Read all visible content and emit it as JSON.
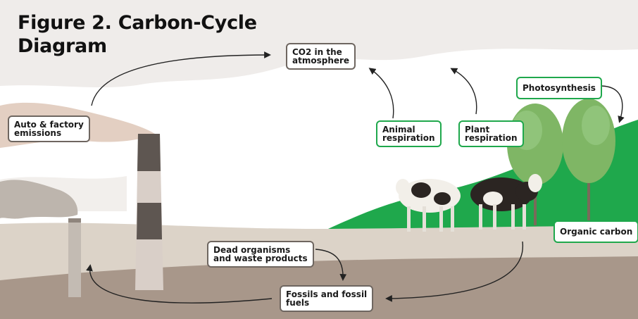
{
  "title": {
    "line1": "Figure 2. Carbon-Cycle",
    "line2": "Diagram"
  },
  "nodes": {
    "co2_atmosphere": {
      "line1": "CO2 in the",
      "line2": "atmosphere"
    },
    "auto_factory": {
      "line1": "Auto & factory",
      "line2": "emissions"
    },
    "animal_respiration": {
      "line1": "Animal",
      "line2": "respiration"
    },
    "plant_respiration": {
      "line1": "Plant",
      "line2": "respiration"
    },
    "photosynthesis": {
      "line1": "Photosynthesis"
    },
    "organic_carbon": {
      "line1": "Organic carbon"
    },
    "dead_organisms": {
      "line1": "Dead organisms",
      "line2": "and waste products"
    },
    "fossil_fuels": {
      "line1": "Fossils and fossil",
      "line2": "fuels"
    }
  },
  "colors": {
    "green_accent": "#1fa84c",
    "box_border_gray": "#6e6660",
    "sky": "#efecea",
    "ground_light": "#dcd3c8",
    "ground_dark": "#a8978a",
    "hill_green": "#1fa84c"
  }
}
